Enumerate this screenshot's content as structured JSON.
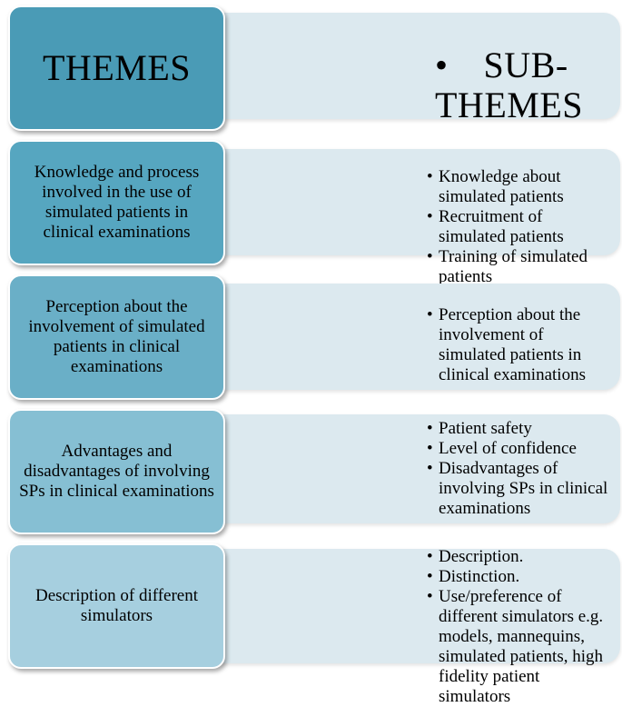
{
  "header": {
    "themes_label": "THEMES",
    "subthemes_label": "SUB-THEMES",
    "bullet": "•"
  },
  "rows": [
    {
      "theme": "Knowledge and process involved in the use of simulated patients in clinical examinations",
      "subthemes": [
        "Knowledge about simulated patients",
        "Recruitment of simulated patients",
        "Training of simulated patients"
      ]
    },
    {
      "theme": "Perception about the involvement of simulated patients in clinical examinations",
      "subthemes": [
        "Perception about the involvement of simulated patients in clinical examinations"
      ]
    },
    {
      "theme": "Advantages and disadvantages of involving SPs in clinical examinations",
      "subthemes": [
        "Patient safety",
        "Level of confidence",
        "Disadvantages of involving SPs in clinical examinations"
      ]
    },
    {
      "theme": "Description of different simulators",
      "subthemes": [
        "Description.",
        "Distinction.",
        "Use/preference of different simulators e.g. models, mannequins, simulated patients, high fidelity patient simulators"
      ]
    }
  ],
  "colors": {
    "header_theme": "#4a9bb6",
    "row1_theme": "#56a6c0",
    "row2_theme": "#6aafc7",
    "row3_theme": "#86bfd3",
    "row4_theme": "#a6cfdf",
    "sub_panel": "#dce9ef"
  }
}
